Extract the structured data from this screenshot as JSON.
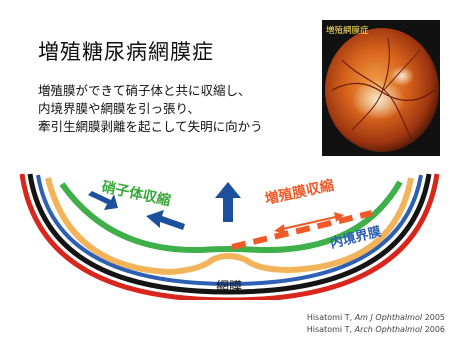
{
  "slide": {
    "title": "増殖糖尿病網膜症",
    "description_lines": [
      "増殖膜ができて硝子体と共に収縮し、",
      "内境界膜や網膜を引っ張り、",
      "牽引生網膜剥離を起こして失明に向かう"
    ]
  },
  "photo": {
    "label": "増殖網膜症"
  },
  "diagram": {
    "labels": {
      "vitreous_contraction": "硝子体収縮",
      "proliferative_membrane_contraction": "増殖膜収縮",
      "inner_limiting_membrane": "内境界膜",
      "retina": "網膜"
    },
    "colors": {
      "red_layer": "#d9261c",
      "black_layer": "#141414",
      "blue_layer": "#2d5fb4",
      "orange_layer": "#f2b45a",
      "vitreous_green": "#3fb049",
      "prolif_dash": "#f05a28",
      "arrow_blue": "#1c4f9c"
    }
  },
  "citations": [
    {
      "author": "Hisatomi T, ",
      "journal": "Am J Ophthalmol",
      "year": " 2005"
    },
    {
      "author": "Hisatomi T, ",
      "journal": "Arch Ophthalmol",
      "year": " 2006"
    }
  ]
}
